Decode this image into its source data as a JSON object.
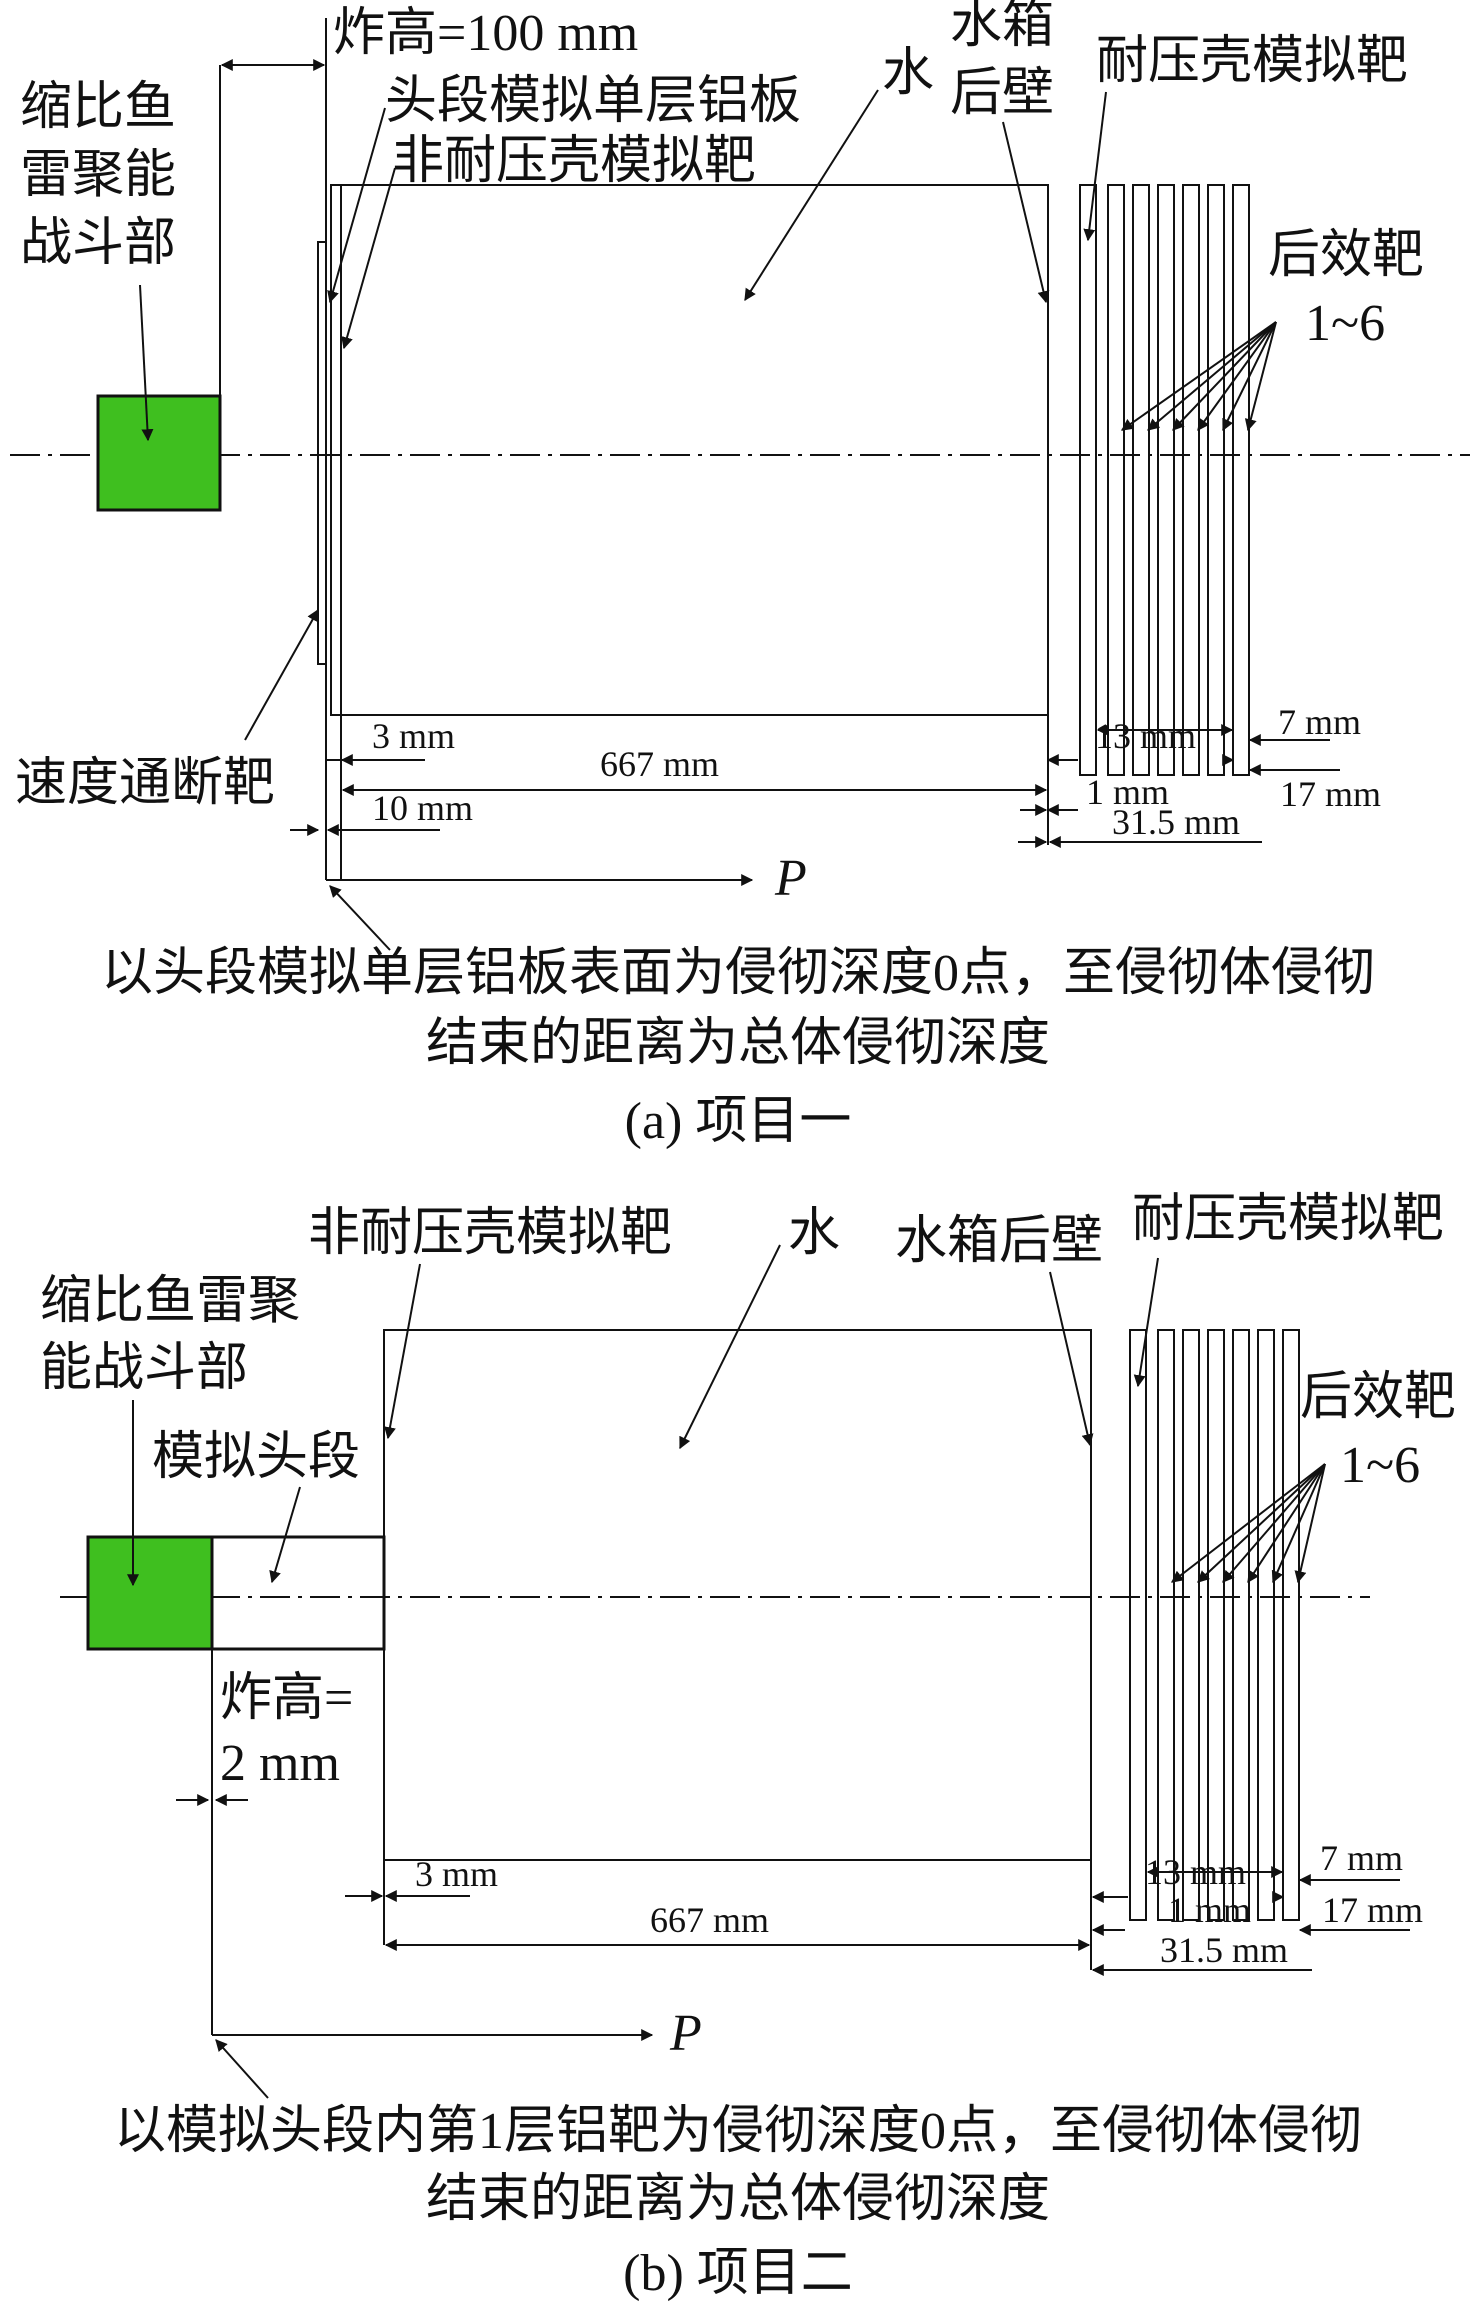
{
  "colors": {
    "warhead": "#3fbf1f",
    "line": "#111111",
    "background": "#ffffff"
  },
  "panel_a": {
    "labels": {
      "warhead": [
        "缩比鱼",
        "雷聚能",
        "战斗部"
      ],
      "standoff": "炸高=100 mm",
      "head_plate": "头段模拟单层铝板",
      "non_pressure": "非耐压壳模拟靶",
      "water": "水",
      "tank_wall": [
        "水箱",
        "后壁"
      ],
      "pressure_hull": "耐压壳模拟靶",
      "after_targets": [
        "后效靶",
        "1~6"
      ],
      "speed_target": "速度通断靶",
      "p": "P"
    },
    "dims": {
      "d3": "3 mm",
      "d667": "667 mm",
      "d10": "10 mm",
      "d13": "13 mm",
      "d1": "1 mm",
      "d315": "31.5 mm",
      "d7": "7 mm",
      "d17": "17 mm"
    },
    "caption": [
      "以头段模拟单层铝板表面为侵彻深度0点，至侵彻体侵彻",
      "结束的距离为总体侵彻深度"
    ],
    "title": "(a) 项目一"
  },
  "panel_b": {
    "labels": {
      "non_pressure": "非耐压壳模拟靶",
      "water": "水",
      "tank_wall": "水箱后壁",
      "pressure_hull": "耐压壳模拟靶",
      "warhead": [
        "缩比鱼雷聚",
        "能战斗部"
      ],
      "head_section": "模拟头段",
      "after_targets": [
        "后效靶",
        "1~6"
      ],
      "standoff": [
        "炸高=",
        "2 mm"
      ],
      "p": "P"
    },
    "dims": {
      "d3": "3 mm",
      "d667": "667 mm",
      "d13": "13 mm",
      "d1": "1 mm",
      "d315": "31.5 mm",
      "d7": "7 mm",
      "d17": "17 mm"
    },
    "caption": [
      "以模拟头段内第1层铝靶为侵彻深度0点，至侵彻体侵彻",
      "结束的距离为总体侵彻深度"
    ],
    "title": "(b) 项目二"
  }
}
